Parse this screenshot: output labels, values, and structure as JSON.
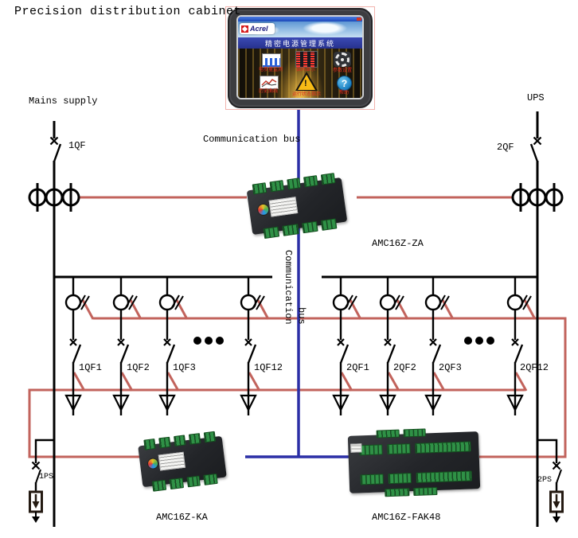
{
  "title": "Precision distribution cabinet",
  "labels": {
    "mains_supply": "Mains supply",
    "ups": "UPS",
    "breaker_main_left": "1QF",
    "breaker_main_right": "2QF",
    "comm_bus_top": "Communication bus",
    "comm_bus_vertical": "Communication bus",
    "spd_left": "1PS",
    "spd_right": "2PS"
  },
  "devices": {
    "gateway": "AMC16Z-ZA",
    "monitor_left": "AMC16Z-KA",
    "monitor_right": "AMC16Z-FAK48"
  },
  "branches": {
    "left": [
      "1QF1",
      "1QF2",
      "1QF3",
      "1QF12"
    ],
    "right": [
      "2QF1",
      "2QF2",
      "2QF3",
      "2QF12"
    ]
  },
  "hmi": {
    "brand": "Acrel",
    "banner": "精密电源管理系统",
    "close": "×",
    "captions": [
      "电参量监测",
      "数码显示",
      "参数设置",
      "历史曲线",
      "运行状态指示",
      "帮助"
    ]
  },
  "colors": {
    "wire_black": "#000000",
    "wire_red": "#c2635c",
    "wire_blue": "#2b2fa6"
  }
}
